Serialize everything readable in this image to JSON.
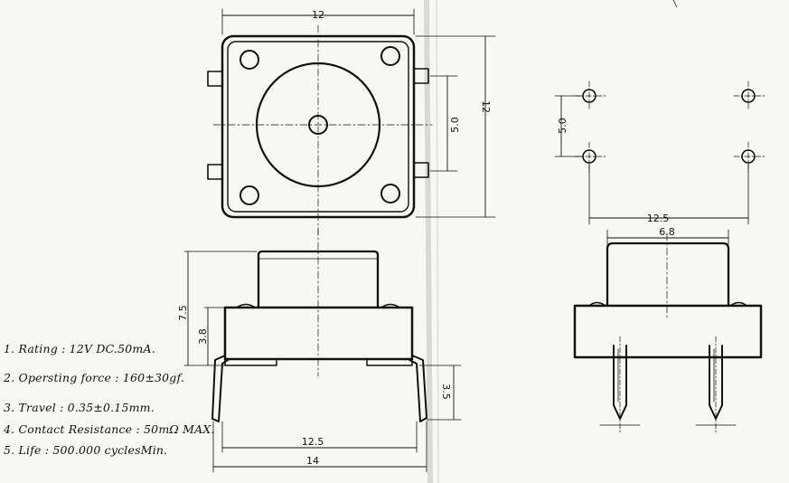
{
  "top_view": {
    "width_dim": "12",
    "height_dim": "12",
    "pin_pitch_dim": "5.0"
  },
  "side_view": {
    "height_total_dim": "7.5",
    "body_height_dim": "3.8",
    "lead_dim": "3.5",
    "span_inner_dim": "12.5",
    "span_outer_dim": "14"
  },
  "footprint": {
    "pitch_y_dim": "5.0",
    "pitch_x_dim": "12.5"
  },
  "end_view": {
    "actuator_width_dim": "6.8"
  },
  "notes": [
    "1. Rating : 12V DC.50mA.",
    "2. Opersting force : 160±30gf.",
    "3. Travel : 0.35±0.15mm.",
    "4. Contact  Resistance : 50mΩ MAX.",
    "5. Life : 500.000 cyclesMin."
  ]
}
